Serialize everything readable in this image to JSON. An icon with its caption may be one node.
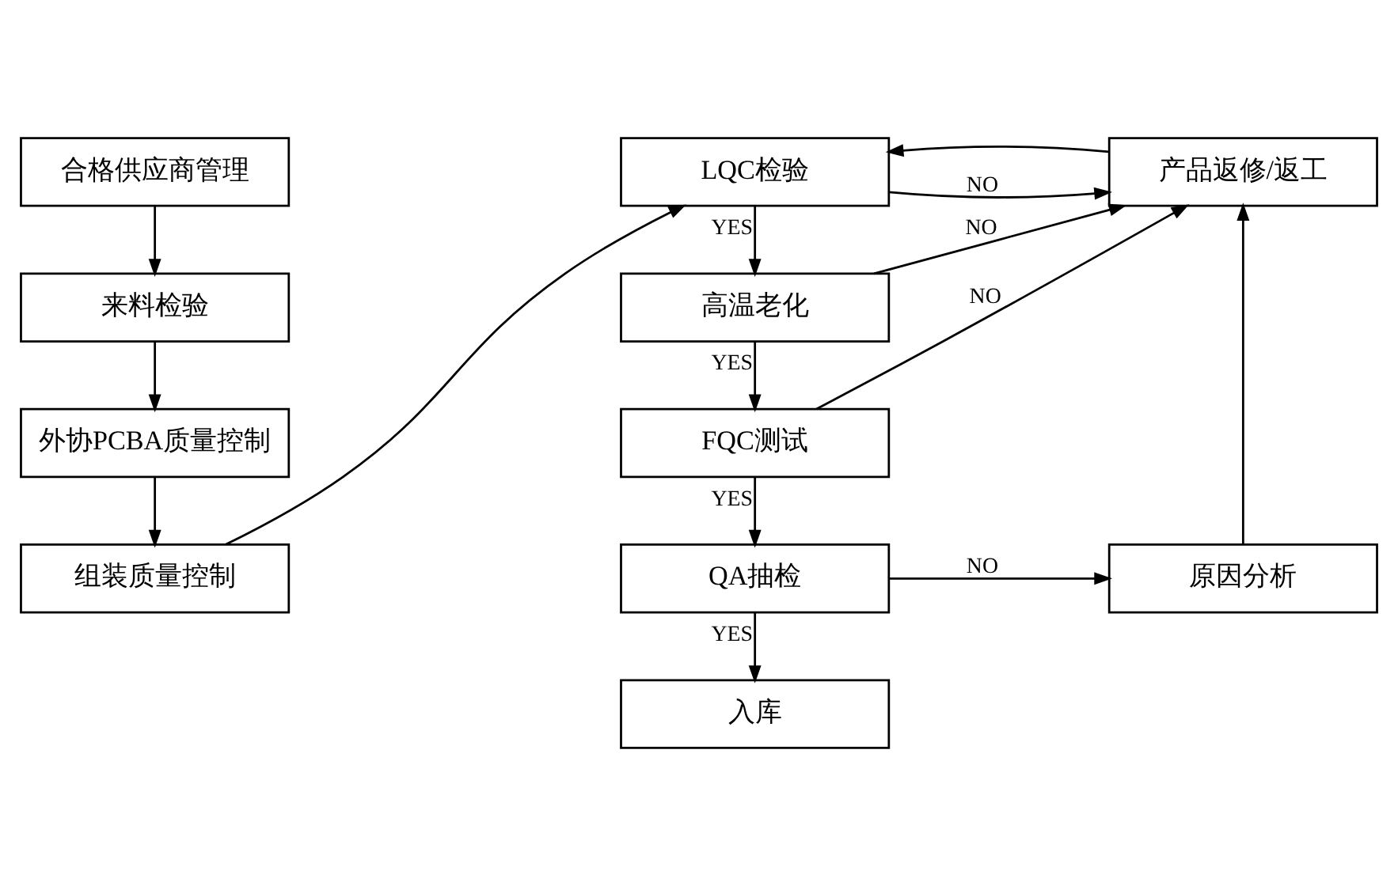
{
  "diagram": {
    "nodes": [
      {
        "text": [
          "合格供应商管理"
        ]
      },
      {
        "text": [
          "来料检验"
        ]
      },
      {
        "text": [
          "外协PCBA质量控制"
        ]
      },
      {
        "text": [
          "组装质量控制"
        ]
      },
      {
        "text": [
          "LQC检验"
        ]
      },
      {
        "text": [
          "高温老化"
        ]
      },
      {
        "text": [
          "FQC测试"
        ]
      },
      {
        "text": [
          "QA抽检"
        ]
      },
      {
        "text": [
          "入库"
        ]
      },
      {
        "text": [
          "产品返修/返工"
        ]
      },
      {
        "text": [
          "原因分析"
        ]
      }
    ],
    "edges": [
      {
        "from": 0,
        "to": 1,
        "arrow": "to"
      },
      {
        "from": 1,
        "to": 2,
        "arrow": "to"
      },
      {
        "from": 2,
        "to": 3,
        "arrow": "to"
      },
      {
        "from": 3,
        "to": 4,
        "arrow": "to"
      },
      {
        "from": 4,
        "to": 5,
        "arrow": "to",
        "label": "YES"
      },
      {
        "from": 5,
        "to": 6,
        "arrow": "to",
        "label": "YES"
      },
      {
        "from": 6,
        "to": 7,
        "arrow": "to",
        "label": "YES"
      },
      {
        "from": 7,
        "to": 8,
        "arrow": "to",
        "label": "YES"
      },
      {
        "from": 4,
        "to": 9,
        "arrow": "to",
        "label": "NO"
      },
      {
        "from": 5,
        "to": 9,
        "arrow": "to",
        "label": "NO"
      },
      {
        "from": 6,
        "to": 9,
        "arrow": "to",
        "label": "NO"
      },
      {
        "from": 7,
        "to": 10,
        "arrow": "to",
        "label": "NO"
      },
      {
        "from": 10,
        "to": 9,
        "arrow": "to"
      },
      {
        "from": 9,
        "to": 4,
        "arrow": "to"
      }
    ]
  }
}
